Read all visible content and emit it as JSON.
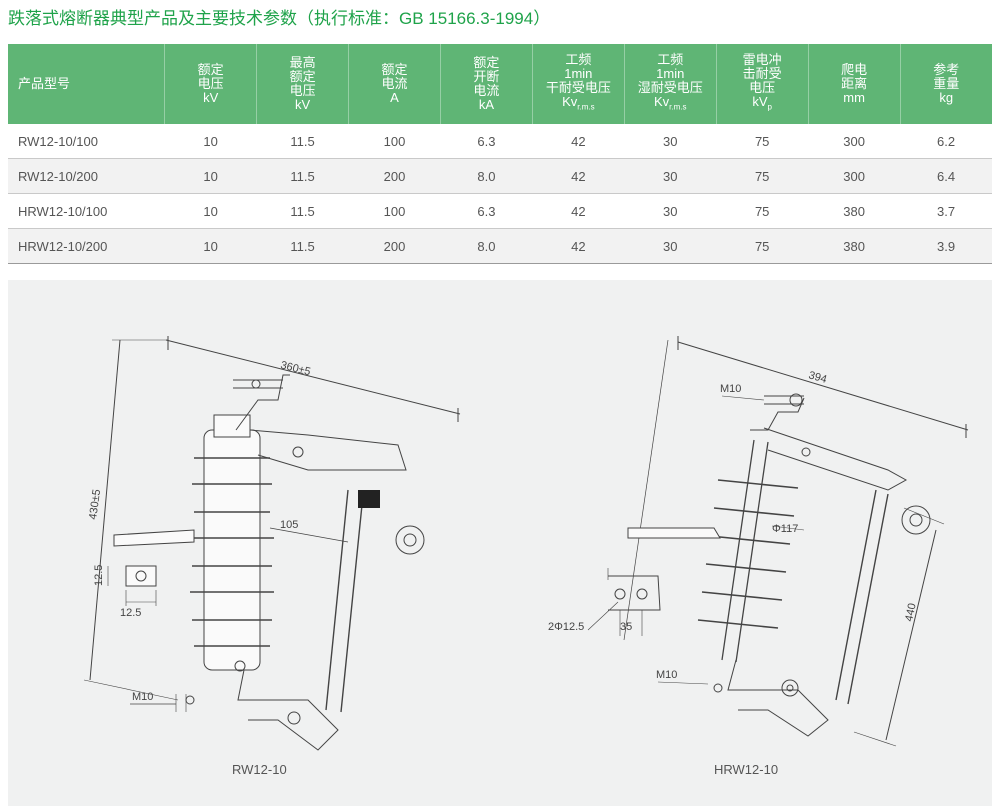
{
  "title": "跌落式熔断器典型产品及主要技术参数（执行标准：GB 15166.3-1994）",
  "table": {
    "headers": [
      [
        "产品型号"
      ],
      [
        "额定",
        "电压",
        "kV"
      ],
      [
        "最高",
        "额定",
        "电压",
        "kV"
      ],
      [
        "额定",
        "电流",
        "A"
      ],
      [
        "额定",
        "开断",
        "电流",
        "kA"
      ],
      [
        "工频",
        "1min",
        "干耐受电压",
        "Kv"
      ],
      [
        "工频",
        "1min",
        "湿耐受电压",
        "Kv"
      ],
      [
        "雷电冲",
        "击耐受",
        "电压",
        "kV"
      ],
      [
        "爬电",
        "距离",
        "mm"
      ],
      [
        "参考",
        "重量",
        "kg"
      ]
    ],
    "sub_rms": "r.m.s",
    "sub_p": "p",
    "rows": [
      [
        "RW12-10/100",
        "10",
        "11.5",
        "100",
        "6.3",
        "42",
        "30",
        "75",
        "300",
        "6.2"
      ],
      [
        "RW12-10/200",
        "10",
        "11.5",
        "200",
        "8.0",
        "42",
        "30",
        "75",
        "300",
        "6.4"
      ],
      [
        "HRW12-10/100",
        "10",
        "11.5",
        "100",
        "6.3",
        "42",
        "30",
        "75",
        "380",
        "3.7"
      ],
      [
        "HRW12-10/200",
        "10",
        "11.5",
        "200",
        "8.0",
        "42",
        "30",
        "75",
        "380",
        "3.9"
      ]
    ]
  },
  "drawing_left": {
    "caption": "RW12-10",
    "dims": {
      "width": "360±5",
      "height": "430±5",
      "inner": "105",
      "hole_v": "12.5",
      "hole_h": "12.5",
      "bolt": "M10"
    }
  },
  "drawing_right": {
    "caption": "HRW12-10",
    "dims": {
      "width": "394",
      "height": "440",
      "dia": "Φ117",
      "holes": "2Φ12.5",
      "spacing": "35",
      "bolt_top": "M10",
      "bolt_bottom": "M10"
    }
  }
}
